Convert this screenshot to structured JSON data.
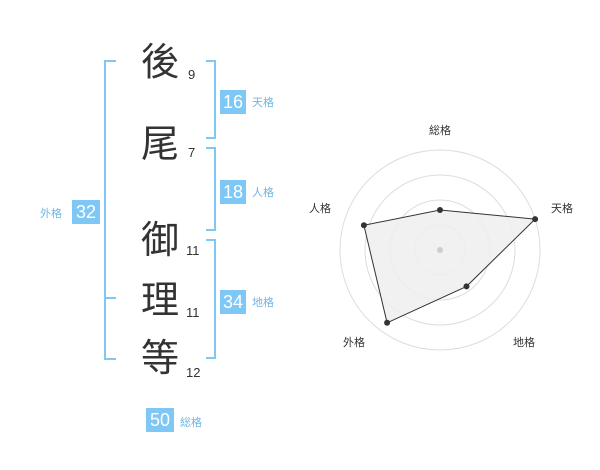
{
  "name": {
    "characters": [
      {
        "char": "後",
        "strokes": "9"
      },
      {
        "char": "尾",
        "strokes": "7"
      },
      {
        "char": "御",
        "strokes": "11"
      },
      {
        "char": "理",
        "strokes": "11"
      },
      {
        "char": "等",
        "strokes": "12"
      }
    ]
  },
  "fortunes": {
    "tenkaku": {
      "value": "16",
      "label": "天格"
    },
    "jinkaku": {
      "value": "18",
      "label": "人格"
    },
    "chikaku": {
      "value": "34",
      "label": "地格"
    },
    "gaikaku": {
      "value": "32",
      "label": "外格"
    },
    "soukaku": {
      "value": "50",
      "label": "総格"
    }
  },
  "colors": {
    "accent": "#7fc8f6",
    "text": "#333333",
    "radar_fill": "#eeeeee",
    "ring": "#dddddd"
  },
  "chart_data": {
    "type": "radar",
    "axes": [
      "総格",
      "天格",
      "地格",
      "外格",
      "人格"
    ],
    "values": [
      0.4,
      1.0,
      0.45,
      0.9,
      0.8
    ],
    "rings": 4,
    "range": [
      0,
      1
    ]
  }
}
